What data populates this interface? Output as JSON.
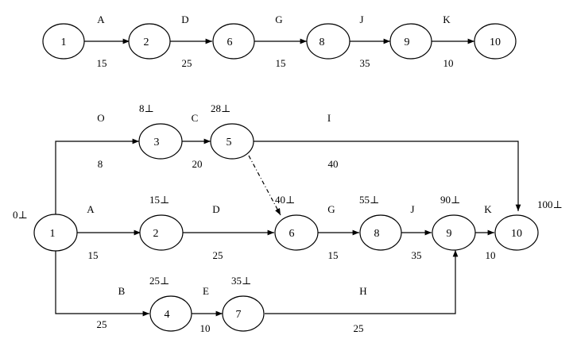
{
  "top_chain": {
    "nodes": [
      "1",
      "2",
      "6",
      "8",
      "9",
      "10"
    ],
    "activities": [
      {
        "letter": "A",
        "duration": "15"
      },
      {
        "letter": "D",
        "duration": "25"
      },
      {
        "letter": "G",
        "duration": "15"
      },
      {
        "letter": "J",
        "duration": "35"
      },
      {
        "letter": "K",
        "duration": "10"
      }
    ]
  },
  "network": {
    "nodes": {
      "n1": "1",
      "n2": "2",
      "n3": "3",
      "n4": "4",
      "n5": "5",
      "n6": "6",
      "n7": "7",
      "n8": "8",
      "n9": "9",
      "n10": "10"
    },
    "node_times": {
      "n1": "0⊥",
      "n2": "15⊥",
      "n3": "8⊥",
      "n4": "25⊥",
      "n5": "28⊥",
      "n6": "40⊥",
      "n7": "35⊥",
      "n8": "55⊥",
      "n9": "90⊥",
      "n10": "100⊥"
    },
    "activities": {
      "O": {
        "letter": "O",
        "duration": "8"
      },
      "C": {
        "letter": "C",
        "duration": "20"
      },
      "I": {
        "letter": "I",
        "duration": "40"
      },
      "A": {
        "letter": "A",
        "duration": "15"
      },
      "D": {
        "letter": "D",
        "duration": "25"
      },
      "G": {
        "letter": "G",
        "duration": "15"
      },
      "J": {
        "letter": "J",
        "duration": "35"
      },
      "K": {
        "letter": "K",
        "duration": "10"
      },
      "B": {
        "letter": "B",
        "duration": "25"
      },
      "E": {
        "letter": "E",
        "duration": "10"
      },
      "H": {
        "letter": "H",
        "duration": "25"
      }
    }
  }
}
